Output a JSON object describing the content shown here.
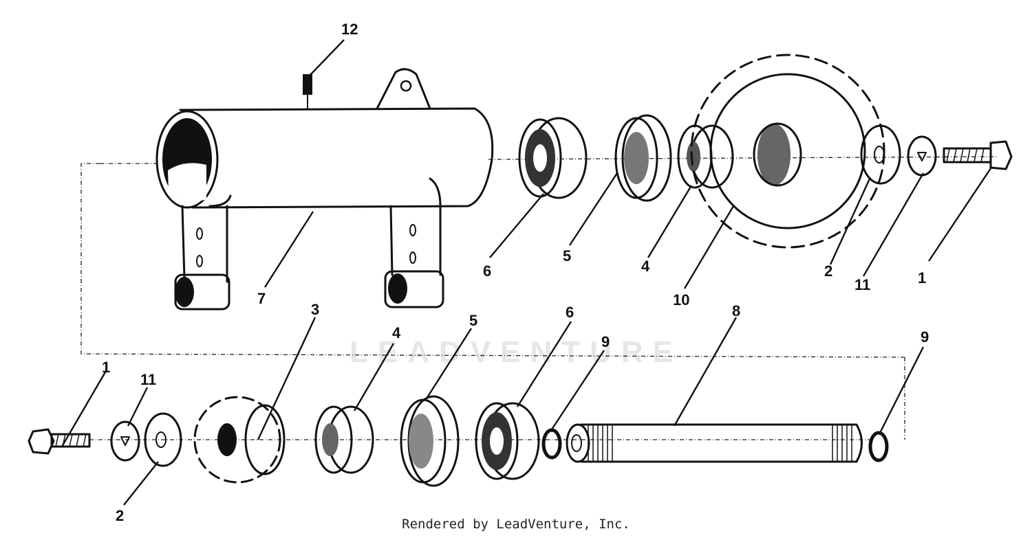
{
  "watermark": "LEADVENTURE",
  "footer": "Rendered by LeadVenture, Inc.",
  "callouts": {
    "c12": "12",
    "c7": "7",
    "c6a": "6",
    "c5a": "5",
    "c4a": "4",
    "c10": "10",
    "c2a": "2",
    "c11a": "11",
    "c1a": "1",
    "c1b": "1",
    "c11b": "11",
    "c2b": "2",
    "c3": "3",
    "c4b": "4",
    "c5b": "5",
    "c6b": "6",
    "c9a": "9",
    "c8": "8",
    "c9b": "9"
  }
}
